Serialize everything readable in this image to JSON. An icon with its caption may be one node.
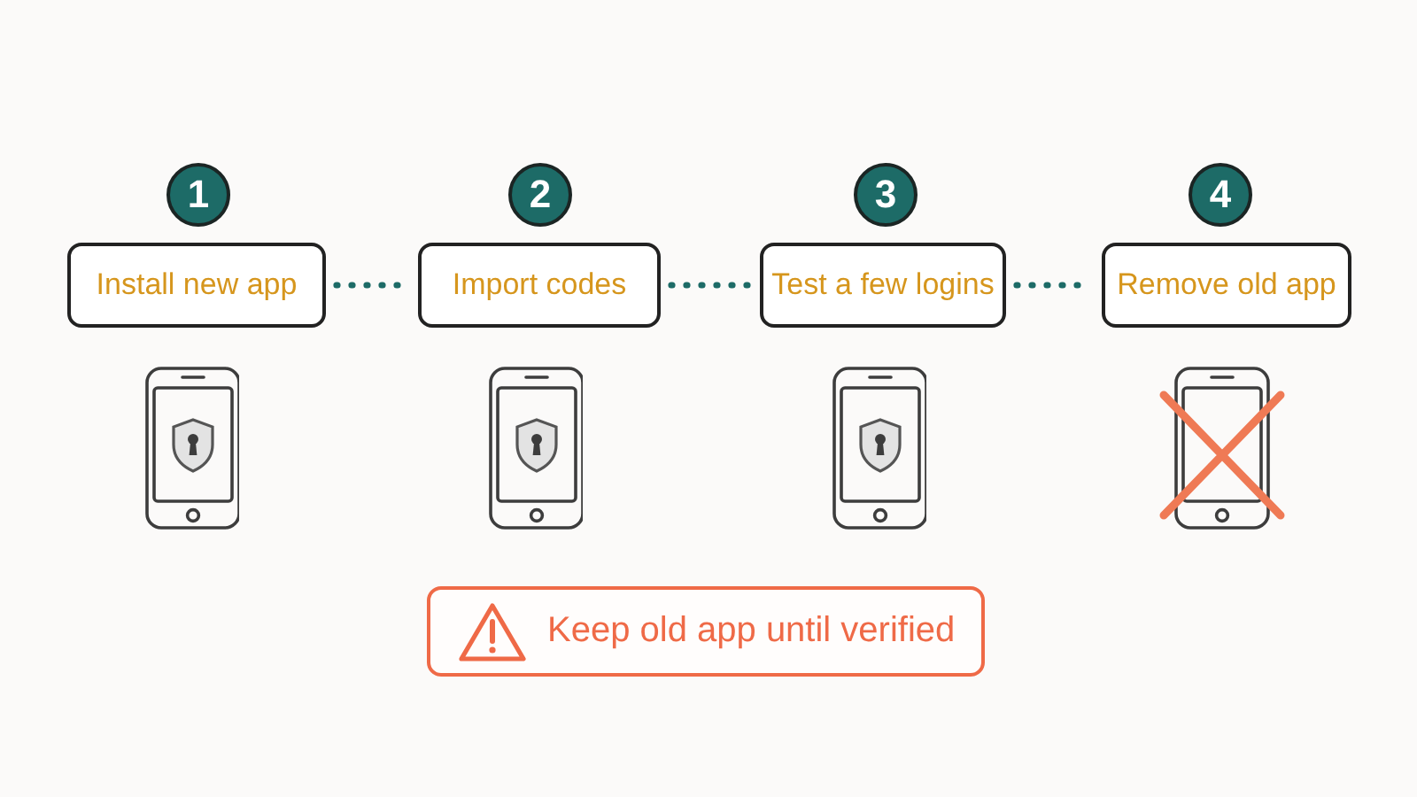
{
  "diagram": {
    "nodes": [
      {
        "text": [
          "1"
        ]
      },
      {
        "text": [
          "2"
        ]
      },
      {
        "text": [
          "3"
        ]
      },
      {
        "text": [
          "4"
        ]
      },
      {
        "text": [
          "Install new app"
        ]
      },
      {
        "text": [
          "Import codes"
        ]
      },
      {
        "text": [
          "Test a few logins"
        ]
      },
      {
        "text": [
          "Remove old app"
        ]
      },
      {
        "text": [
          "Keep old app until verified"
        ]
      }
    ],
    "edges": [
      {
        "from": 4,
        "to": 5,
        "arrow": "none",
        "style": "dashed"
      },
      {
        "from": 5,
        "to": 6,
        "arrow": "none",
        "style": "dashed"
      },
      {
        "from": 6,
        "to": 7,
        "arrow": "none",
        "style": "dashed"
      }
    ]
  }
}
